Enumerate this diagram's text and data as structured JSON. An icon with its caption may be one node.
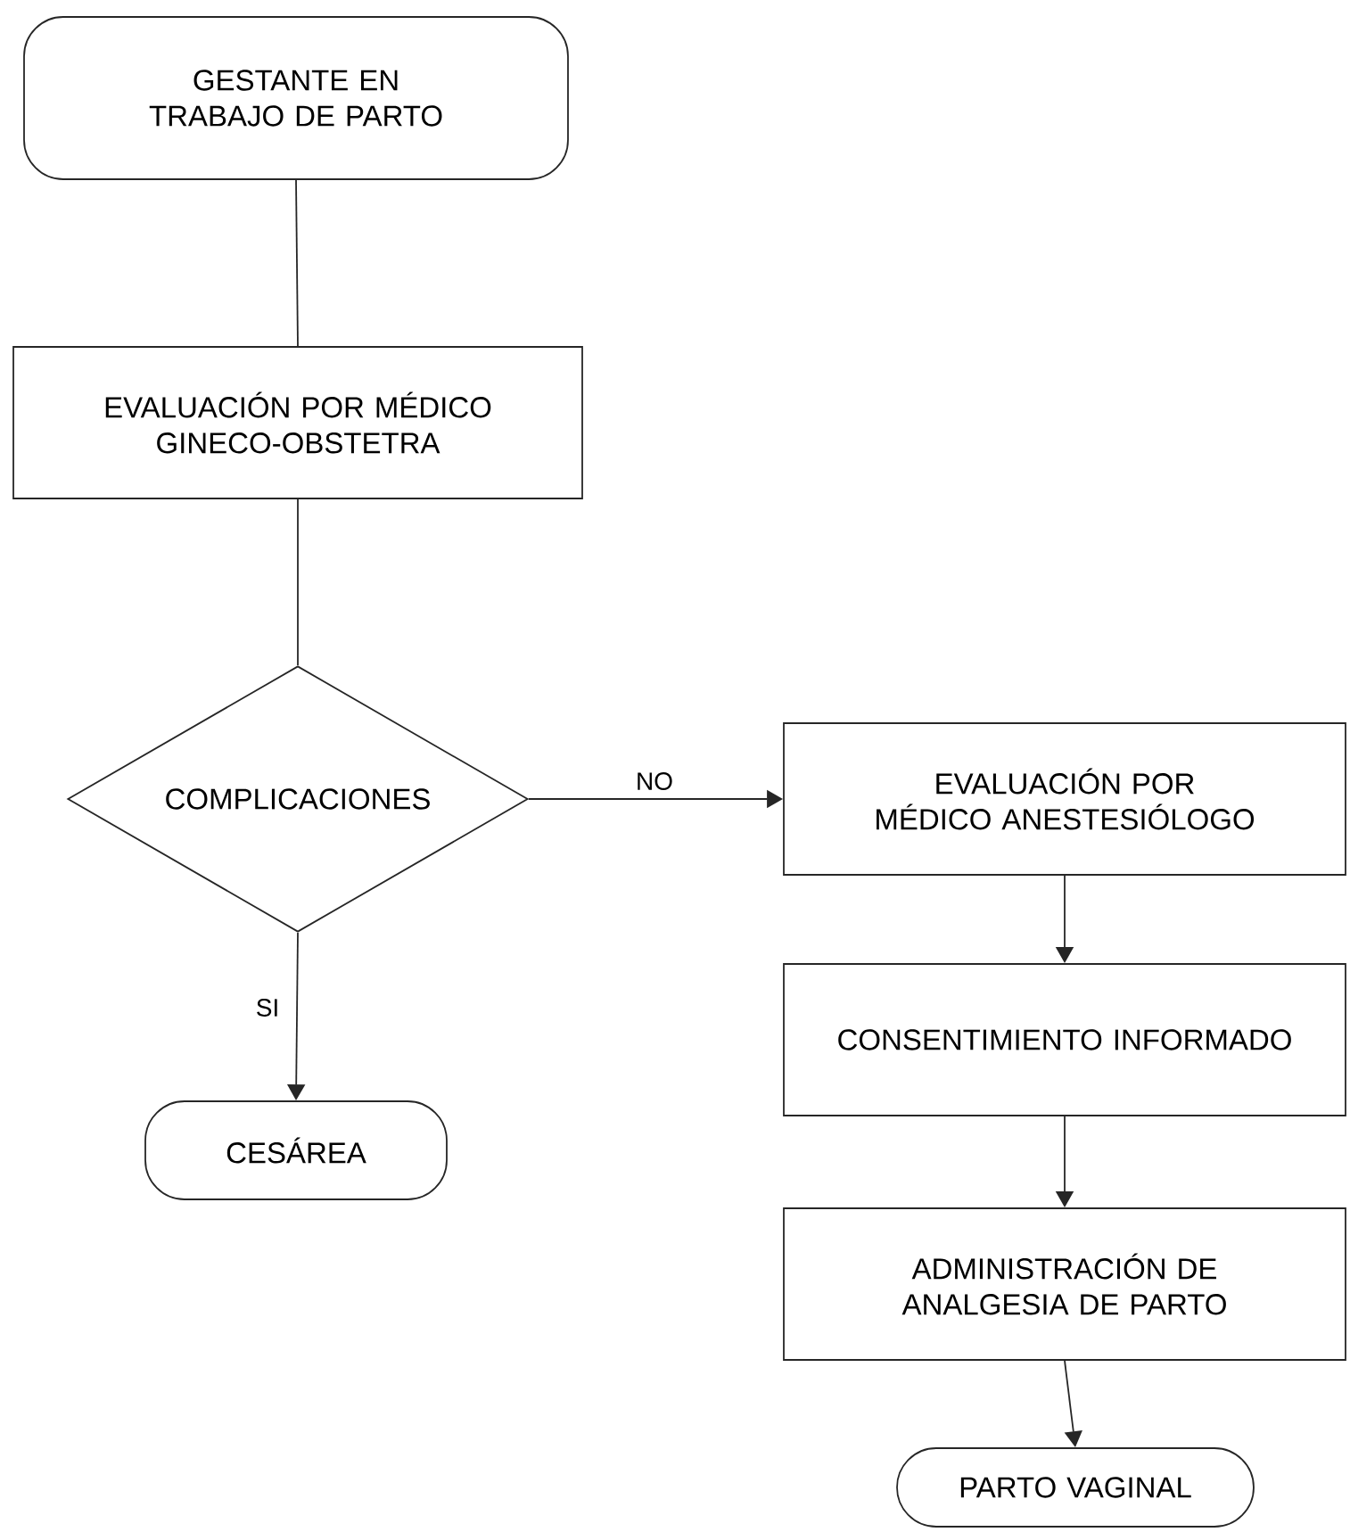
{
  "diagram": {
    "nodes": [
      {
        "text": [
          "GESTANTE EN TRABAJO DE PARTO"
        ]
      },
      {
        "text": [
          "EVALUACIÓN POR MÉDICO GINECO-OBSTETRA"
        ]
      },
      {
        "text": [
          "COMPLICACIONES"
        ]
      },
      {
        "text": [
          "EVALUACIÓN POR MÉDICO ANESTESIÓLOGO"
        ]
      },
      {
        "text": [
          "CONSENTIMIENTO INFORMADO"
        ]
      },
      {
        "text": [
          "ADMINISTRACIÓN DE ANALGESIA DE PARTO"
        ]
      },
      {
        "text": [
          "CESÁREA"
        ]
      },
      {
        "text": [
          "PARTO VAGINAL"
        ]
      }
    ],
    "edges": [
      {
        "from": 0,
        "to": 1,
        "arrow": "none"
      },
      {
        "from": 1,
        "to": 2,
        "arrow": "none"
      },
      {
        "from": 2,
        "to": 3,
        "arrow": "to",
        "label": "NO"
      },
      {
        "from": 2,
        "to": 6,
        "arrow": "to",
        "label": "SI"
      },
      {
        "from": 3,
        "to": 4,
        "arrow": "to"
      },
      {
        "from": 4,
        "to": 5,
        "arrow": "to"
      },
      {
        "from": 5,
        "to": 7,
        "arrow": "to"
      }
    ]
  }
}
